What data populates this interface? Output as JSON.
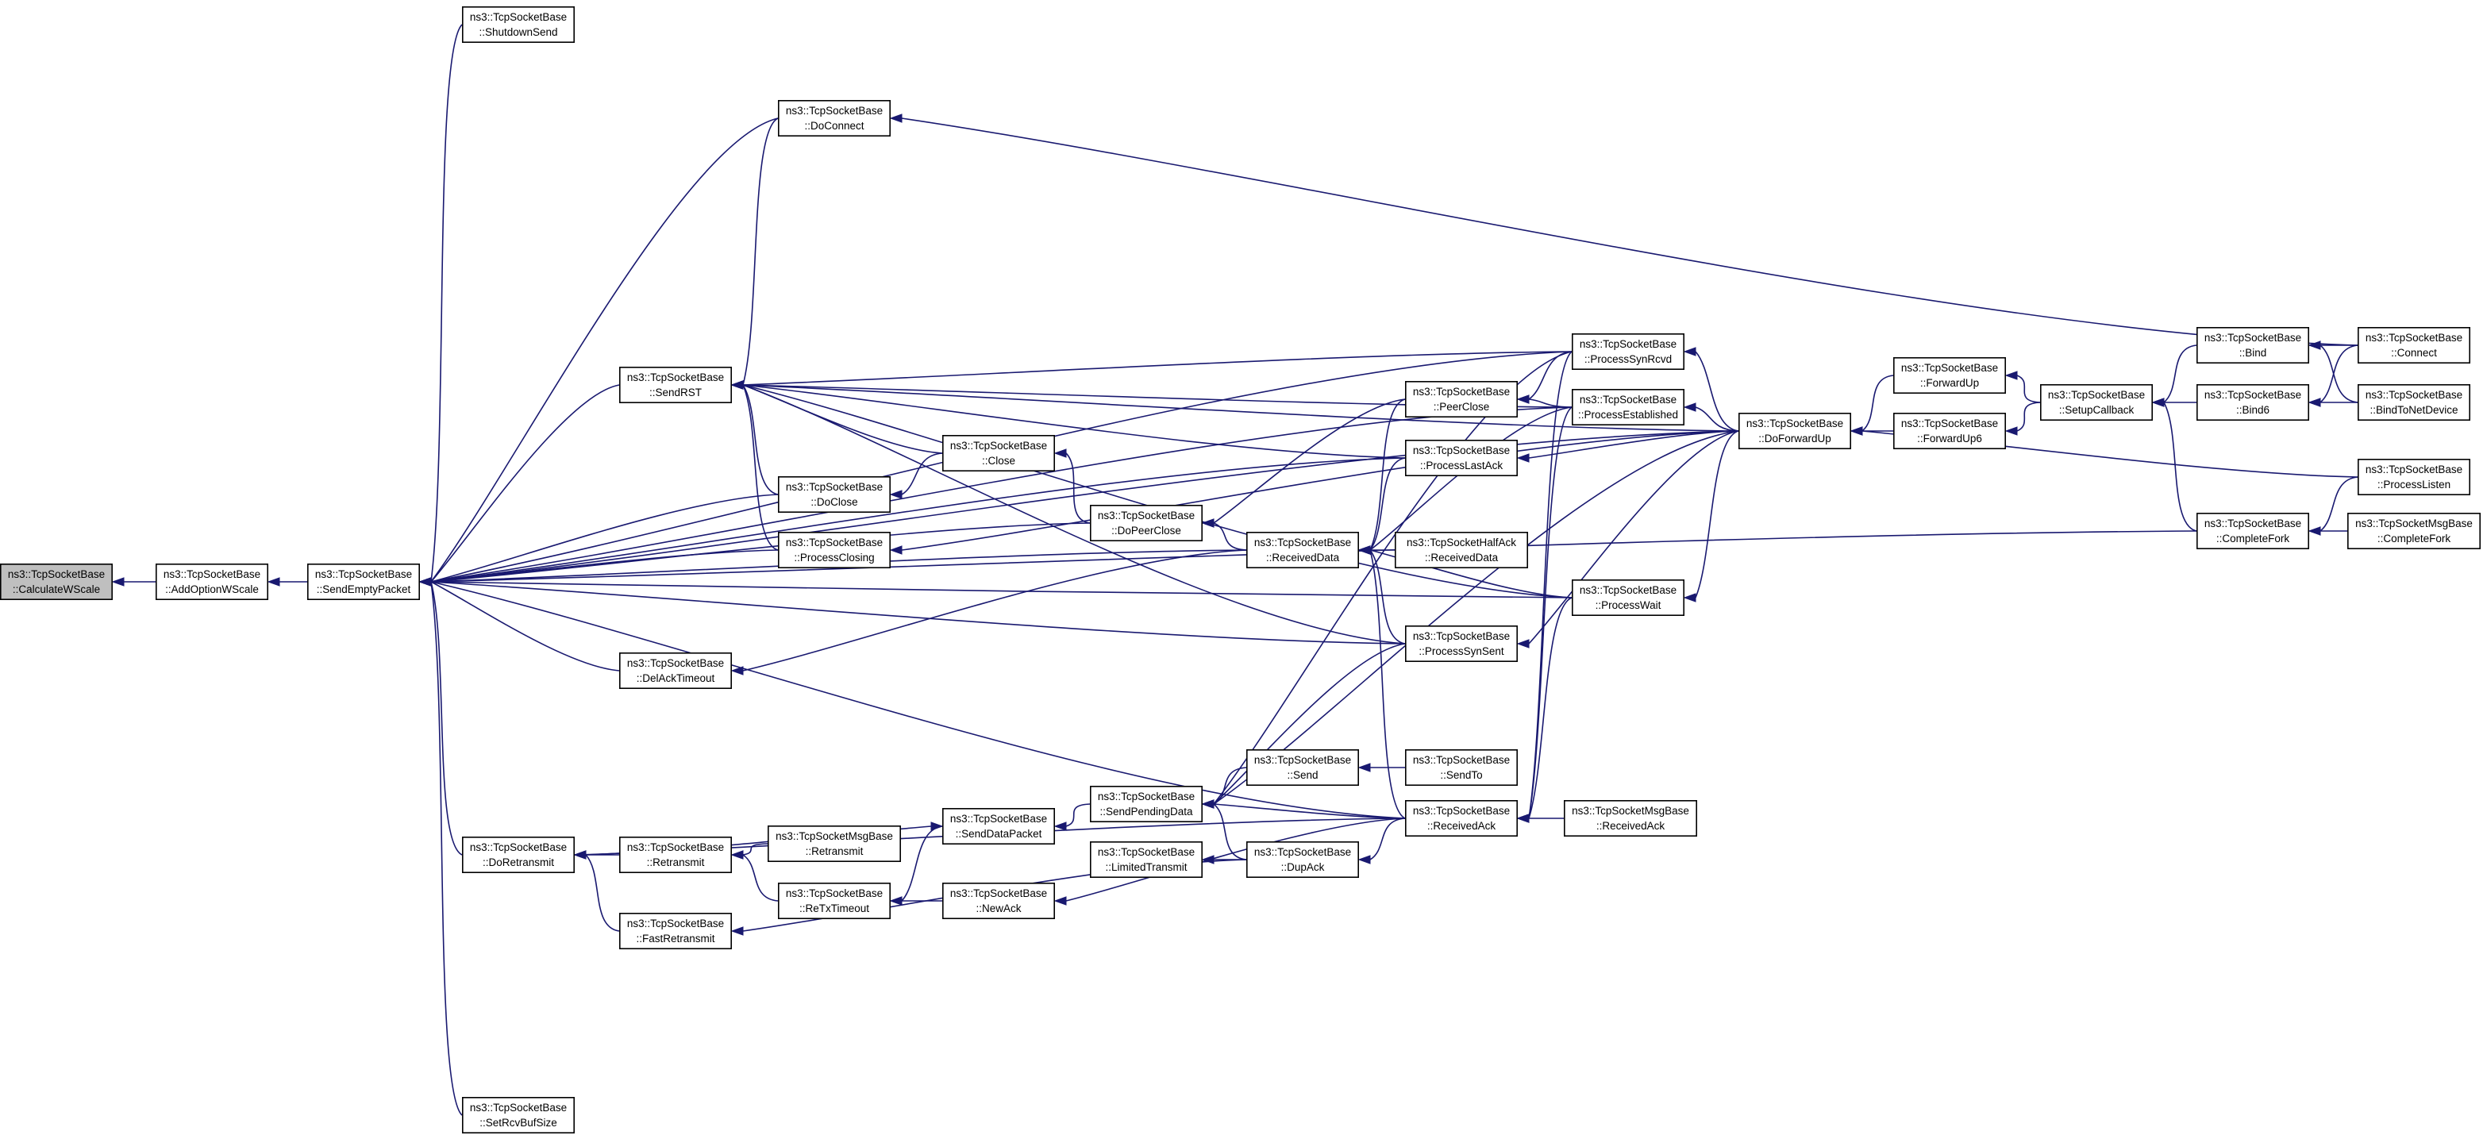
{
  "graph": {
    "colors": {
      "edge": "#191970",
      "node_border": "#000000",
      "node_fill": "#ffffff",
      "root_fill": "#bfbfbf"
    },
    "nodes": [
      {
        "id": "CalculateWScale",
        "line1": "ns3::TcpSocketBase",
        "line2": "::CalculateWScale",
        "root": true
      },
      {
        "id": "AddOptionWScale",
        "line1": "ns3::TcpSocketBase",
        "line2": "::AddOptionWScale"
      },
      {
        "id": "SendEmptyPacket",
        "line1": "ns3::TcpSocketBase",
        "line2": "::SendEmptyPacket"
      },
      {
        "id": "ShutdownSend",
        "line1": "ns3::TcpSocketBase",
        "line2": "::ShutdownSend"
      },
      {
        "id": "DoConnect",
        "line1": "ns3::TcpSocketBase",
        "line2": "::DoConnect"
      },
      {
        "id": "SendRST",
        "line1": "ns3::TcpSocketBase",
        "line2": "::SendRST"
      },
      {
        "id": "DoClose",
        "line1": "ns3::TcpSocketBase",
        "line2": "::DoClose"
      },
      {
        "id": "Close",
        "line1": "ns3::TcpSocketBase",
        "line2": "::Close"
      },
      {
        "id": "ProcessClosing",
        "line1": "ns3::TcpSocketBase",
        "line2": "::ProcessClosing"
      },
      {
        "id": "DoPeerClose",
        "line1": "ns3::TcpSocketBase",
        "line2": "::DoPeerClose"
      },
      {
        "id": "DelAckTimeout",
        "line1": "ns3::TcpSocketBase",
        "line2": "::DelAckTimeout"
      },
      {
        "id": "DoRetransmit",
        "line1": "ns3::TcpSocketBase",
        "line2": "::DoRetransmit"
      },
      {
        "id": "Retransmit",
        "line1": "ns3::TcpSocketBase",
        "line2": "::Retransmit"
      },
      {
        "id": "FastRetransmit",
        "line1": "ns3::TcpSocketBase",
        "line2": "::FastRetransmit"
      },
      {
        "id": "MsgRetransmit",
        "line1": "ns3::TcpSocketMsgBase",
        "line2": "::Retransmit"
      },
      {
        "id": "ReTxTimeout",
        "line1": "ns3::TcpSocketBase",
        "line2": "::ReTxTimeout"
      },
      {
        "id": "SendDataPacket",
        "line1": "ns3::TcpSocketBase",
        "line2": "::SendDataPacket"
      },
      {
        "id": "NewAck",
        "line1": "ns3::TcpSocketBase",
        "line2": "::NewAck"
      },
      {
        "id": "SendPendingData",
        "line1": "ns3::TcpSocketBase",
        "line2": "::SendPendingData"
      },
      {
        "id": "LimitedTransmit",
        "line1": "ns3::TcpSocketBase",
        "line2": "::LimitedTransmit"
      },
      {
        "id": "Send",
        "line1": "ns3::TcpSocketBase",
        "line2": "::Send"
      },
      {
        "id": "SendTo",
        "line1": "ns3::TcpSocketBase",
        "line2": "::SendTo"
      },
      {
        "id": "DupAck",
        "line1": "ns3::TcpSocketBase",
        "line2": "::DupAck"
      },
      {
        "id": "ReceivedAck",
        "line1": "ns3::TcpSocketBase",
        "line2": "::ReceivedAck"
      },
      {
        "id": "MsgReceivedAck",
        "line1": "ns3::TcpSocketMsgBase",
        "line2": "::ReceivedAck"
      },
      {
        "id": "ReceivedData",
        "line1": "ns3::TcpSocketBase",
        "line2": "::ReceivedData"
      },
      {
        "id": "HalfAckReceivedData",
        "line1": "ns3::TcpSocketHalfAck",
        "line2": "::ReceivedData"
      },
      {
        "id": "PeerClose",
        "line1": "ns3::TcpSocketBase",
        "line2": "::PeerClose"
      },
      {
        "id": "ProcessLastAck",
        "line1": "ns3::TcpSocketBase",
        "line2": "::ProcessLastAck"
      },
      {
        "id": "ProcessSynSent",
        "line1": "ns3::TcpSocketBase",
        "line2": "::ProcessSynSent"
      },
      {
        "id": "ProcessSynRcvd",
        "line1": "ns3::TcpSocketBase",
        "line2": "::ProcessSynRcvd"
      },
      {
        "id": "ProcessEstablished",
        "line1": "ns3::TcpSocketBase",
        "line2": "::ProcessEstablished"
      },
      {
        "id": "ProcessWait",
        "line1": "ns3::TcpSocketBase",
        "line2": "::ProcessWait"
      },
      {
        "id": "DoForwardUp",
        "line1": "ns3::TcpSocketBase",
        "line2": "::DoForwardUp"
      },
      {
        "id": "ForwardUp",
        "line1": "ns3::TcpSocketBase",
        "line2": "::ForwardUp"
      },
      {
        "id": "ForwardUp6",
        "line1": "ns3::TcpSocketBase",
        "line2": "::ForwardUp6"
      },
      {
        "id": "SetupCallback",
        "line1": "ns3::TcpSocketBase",
        "line2": "::SetupCallback"
      },
      {
        "id": "Bind",
        "line1": "ns3::TcpSocketBase",
        "line2": "::Bind"
      },
      {
        "id": "Bind6",
        "line1": "ns3::TcpSocketBase",
        "line2": "::Bind6"
      },
      {
        "id": "Connect",
        "line1": "ns3::TcpSocketBase",
        "line2": "::Connect"
      },
      {
        "id": "BindToNetDevice",
        "line1": "ns3::TcpSocketBase",
        "line2": "::BindToNetDevice"
      },
      {
        "id": "ProcessListen",
        "line1": "ns3::TcpSocketBase",
        "line2": "::ProcessListen"
      },
      {
        "id": "CompleteFork",
        "line1": "ns3::TcpSocketBase",
        "line2": "::CompleteFork"
      },
      {
        "id": "MsgCompleteFork",
        "line1": "ns3::TcpSocketMsgBase",
        "line2": "::CompleteFork"
      },
      {
        "id": "SetRcvBufSize",
        "line1": "ns3::TcpSocketBase",
        "line2": "::SetRcvBufSize"
      }
    ],
    "edges": [
      [
        "CalculateWScale",
        "AddOptionWScale"
      ],
      [
        "AddOptionWScale",
        "SendEmptyPacket"
      ],
      [
        "SendEmptyPacket",
        "ShutdownSend"
      ],
      [
        "SendEmptyPacket",
        "DoConnect"
      ],
      [
        "SendEmptyPacket",
        "SendRST"
      ],
      [
        "SendEmptyPacket",
        "DoClose"
      ],
      [
        "SendEmptyPacket",
        "ProcessClosing"
      ],
      [
        "SendEmptyPacket",
        "DoPeerClose"
      ],
      [
        "SendEmptyPacket",
        "DelAckTimeout"
      ],
      [
        "SendEmptyPacket",
        "DoRetransmit"
      ],
      [
        "SendEmptyPacket",
        "SetRcvBufSize"
      ],
      [
        "SendEmptyPacket",
        "ReceivedData"
      ],
      [
        "SendEmptyPacket",
        "ProcessSynSent"
      ],
      [
        "SendEmptyPacket",
        "ProcessSynRcvd"
      ],
      [
        "SendEmptyPacket",
        "ProcessEstablished"
      ],
      [
        "SendEmptyPacket",
        "ProcessLastAck"
      ],
      [
        "SendEmptyPacket",
        "DoForwardUp"
      ],
      [
        "SendEmptyPacket",
        "ReceivedAck"
      ],
      [
        "SendEmptyPacket",
        "ProcessWait"
      ],
      [
        "SendEmptyPacket",
        "CompleteFork"
      ],
      [
        "DoConnect",
        "Connect"
      ],
      [
        "SendRST",
        "DoConnect"
      ],
      [
        "SendRST",
        "DoClose"
      ],
      [
        "SendRST",
        "Close"
      ],
      [
        "SendRST",
        "ProcessClosing"
      ],
      [
        "SendRST",
        "ProcessSynRcvd"
      ],
      [
        "SendRST",
        "ProcessEstablished"
      ],
      [
        "SendRST",
        "ProcessLastAck"
      ],
      [
        "SendRST",
        "ProcessSynSent"
      ],
      [
        "SendRST",
        "ProcessWait"
      ],
      [
        "SendRST",
        "DoForwardUp"
      ],
      [
        "DoClose",
        "Close"
      ],
      [
        "Close",
        "DoPeerClose"
      ],
      [
        "ProcessClosing",
        "DoForwardUp"
      ],
      [
        "DoPeerClose",
        "PeerClose"
      ],
      [
        "DoPeerClose",
        "ReceivedData"
      ],
      [
        "DelAckTimeout",
        "ReceivedData"
      ],
      [
        "DoRetransmit",
        "Retransmit"
      ],
      [
        "DoRetransmit",
        "FastRetransmit"
      ],
      [
        "DoRetransmit",
        "ReceivedAck"
      ],
      [
        "Retransmit",
        "MsgRetransmit"
      ],
      [
        "Retransmit",
        "ReTxTimeout"
      ],
      [
        "FastRetransmit",
        "DupAck"
      ],
      [
        "SendDataPacket",
        "DoRetransmit"
      ],
      [
        "SendDataPacket",
        "SendPendingData"
      ],
      [
        "ReTxTimeout",
        "SendDataPacket"
      ],
      [
        "ReTxTimeout",
        "NewAck"
      ],
      [
        "NewAck",
        "ReceivedAck"
      ],
      [
        "SendPendingData",
        "Send"
      ],
      [
        "SendPendingData",
        "ReceivedAck"
      ],
      [
        "SendPendingData",
        "DupAck"
      ],
      [
        "SendPendingData",
        "ProcessSynSent"
      ],
      [
        "SendPendingData",
        "ProcessSynRcvd"
      ],
      [
        "SendPendingData",
        "DoForwardUp"
      ],
      [
        "LimitedTransmit",
        "DupAck"
      ],
      [
        "Send",
        "SendTo"
      ],
      [
        "DupAck",
        "ReceivedAck"
      ],
      [
        "ReceivedAck",
        "MsgReceivedAck"
      ],
      [
        "ReceivedAck",
        "ProcessEstablished"
      ],
      [
        "ReceivedAck",
        "ProcessSynRcvd"
      ],
      [
        "ReceivedAck",
        "ProcessWait"
      ],
      [
        "ReceivedData",
        "HalfAckReceivedData"
      ],
      [
        "ReceivedData",
        "PeerClose"
      ],
      [
        "ReceivedData",
        "ProcessLastAck"
      ],
      [
        "ReceivedData",
        "ProcessSynSent"
      ],
      [
        "ReceivedData",
        "ProcessWait"
      ],
      [
        "ReceivedData",
        "ProcessEstablished"
      ],
      [
        "ReceivedData",
        "ReceivedAck"
      ],
      [
        "PeerClose",
        "ProcessSynRcvd"
      ],
      [
        "PeerClose",
        "ProcessEstablished"
      ],
      [
        "ProcessSynRcvd",
        "DoForwardUp"
      ],
      [
        "ProcessEstablished",
        "DoForwardUp"
      ],
      [
        "ProcessLastAck",
        "DoForwardUp"
      ],
      [
        "ProcessWait",
        "DoForwardUp"
      ],
      [
        "ProcessSynSent",
        "DoForwardUp"
      ],
      [
        "DoForwardUp",
        "ForwardUp"
      ],
      [
        "DoForwardUp",
        "ForwardUp6"
      ],
      [
        "DoForwardUp",
        "ProcessListen"
      ],
      [
        "ForwardUp",
        "SetupCallback"
      ],
      [
        "ForwardUp6",
        "SetupCallback"
      ],
      [
        "SetupCallback",
        "Bind"
      ],
      [
        "SetupCallback",
        "Bind6"
      ],
      [
        "SetupCallback",
        "CompleteFork"
      ],
      [
        "Bind",
        "Connect"
      ],
      [
        "Bind",
        "BindToNetDevice"
      ],
      [
        "Bind6",
        "Connect"
      ],
      [
        "Bind6",
        "BindToNetDevice"
      ],
      [
        "CompleteFork",
        "ProcessListen"
      ],
      [
        "CompleteFork",
        "MsgCompleteFork"
      ]
    ]
  }
}
